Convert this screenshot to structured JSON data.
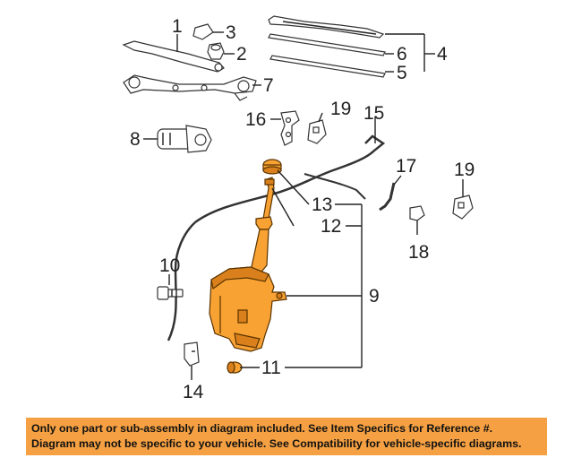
{
  "callouts": {
    "c1": "1",
    "c2": "2",
    "c3": "3",
    "c4": "4",
    "c5": "5",
    "c6": "6",
    "c7": "7",
    "c8": "8",
    "c9": "9",
    "c10": "10",
    "c11": "11",
    "c12": "12",
    "c13": "13",
    "c14": "14",
    "c15": "15",
    "c16": "16",
    "c17": "17",
    "c18": "18",
    "c19a": "19",
    "c19b": "19"
  },
  "banner": {
    "line1": "Only one part or sub-assembly in diagram included. See Item Specifics for Reference #.",
    "line2": "Diagram may not be specific to your vehicle. See Compatibility for vehicle-specific diagrams."
  },
  "colors": {
    "highlight": "#f7a233",
    "banner": "#f5a042"
  }
}
